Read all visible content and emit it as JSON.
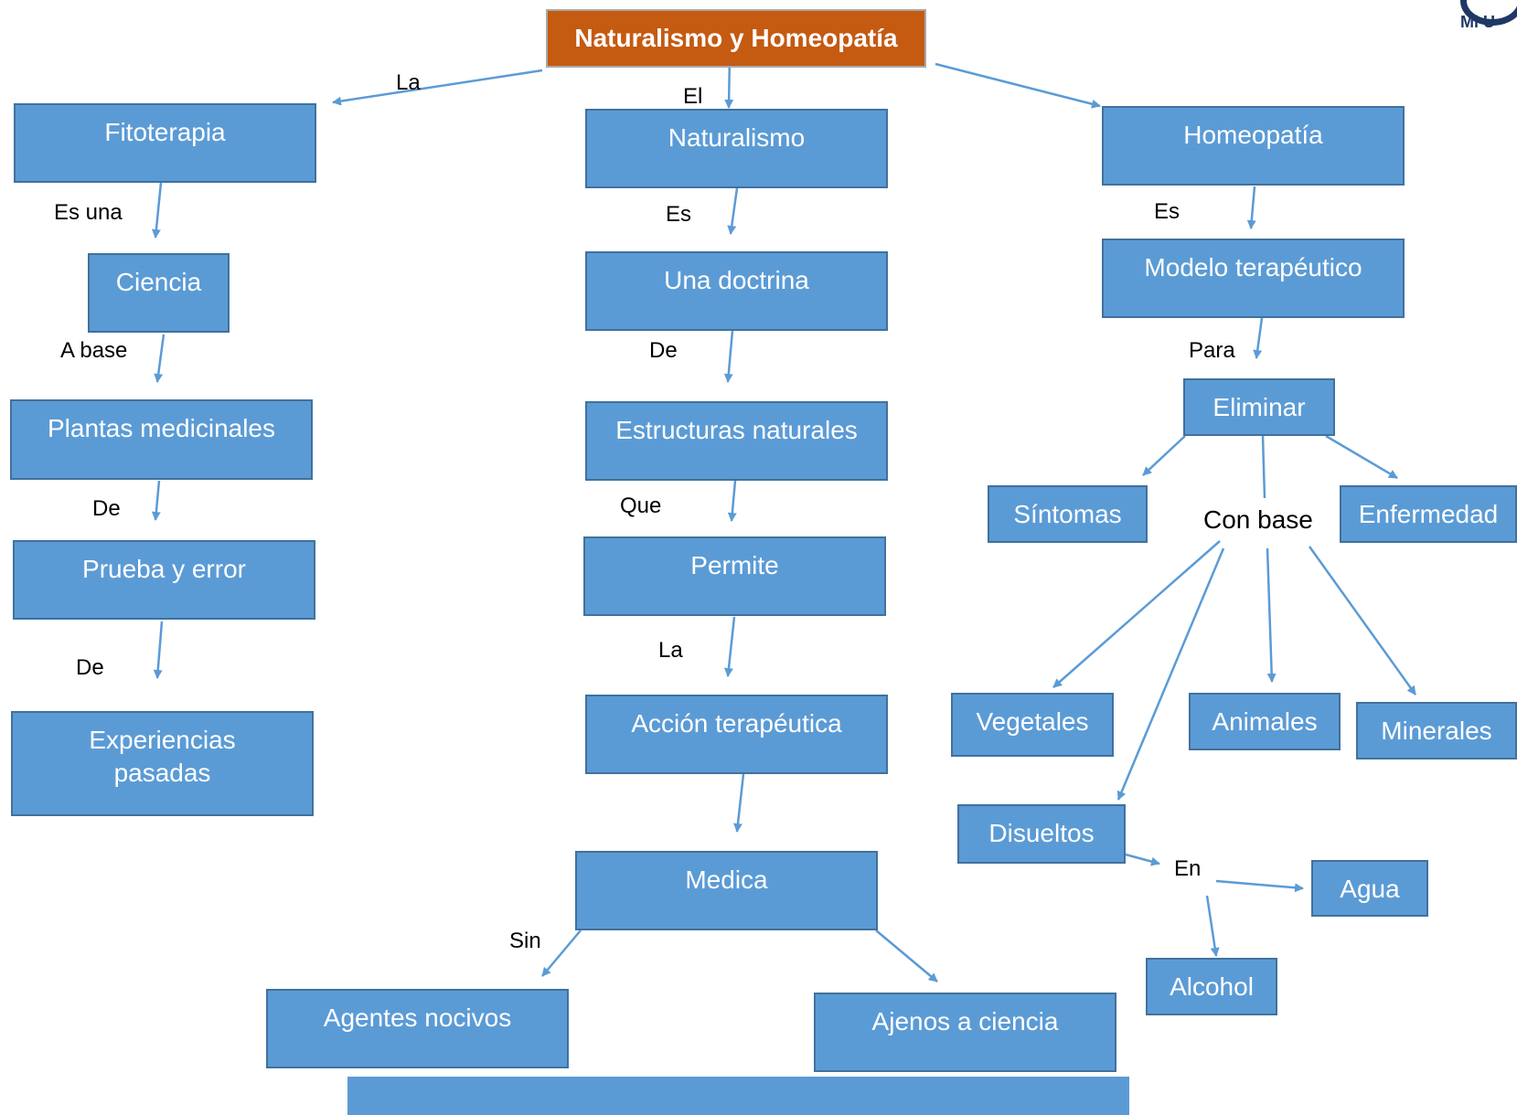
{
  "root": "Naturalismo y Homeopatía",
  "nodes": {
    "fitoterapia": "Fitoterapia",
    "ciencia": "Ciencia",
    "plantas": "Plantas medicinales",
    "prueba": "Prueba y error",
    "experiencias": "Experiencias pasadas",
    "naturalismo": "Naturalismo",
    "doctrina": "Una doctrina",
    "estructuras": "Estructuras naturales",
    "permite": "Permite",
    "accion": "Acción terapéutica",
    "medica": "Medica",
    "agentes": "Agentes nocivos",
    "ajenos": "Ajenos a ciencia",
    "homeopatia": "Homeopatía",
    "modelo": "Modelo terapéutico",
    "eliminar": "Eliminar",
    "sintomas": "Síntomas",
    "enfermedad": "Enfermedad",
    "vegetales": "Vegetales",
    "animales": "Animales",
    "minerales": "Minerales",
    "disueltos": "Disueltos",
    "agua": "Agua",
    "alcohol": "Alcohol"
  },
  "links": {
    "la_root": "La",
    "el": "El",
    "es_una": "Es una",
    "a_base": "A base",
    "de_plantas": "De",
    "de_prueba": "De",
    "es_nat": "Es",
    "de_doctrina": "De",
    "que": "Que",
    "la_permite": "La",
    "sin": "Sin",
    "es_homeo": "Es",
    "para": "Para",
    "con_base": "Con base",
    "en": "En"
  },
  "logo": {
    "text": "Mi U"
  },
  "colors": {
    "node_fill": "#5b9bd5",
    "node_border": "#41719c",
    "root_fill": "#c55a11",
    "arrow": "#5b9bd5",
    "logo": "#1f3864"
  }
}
